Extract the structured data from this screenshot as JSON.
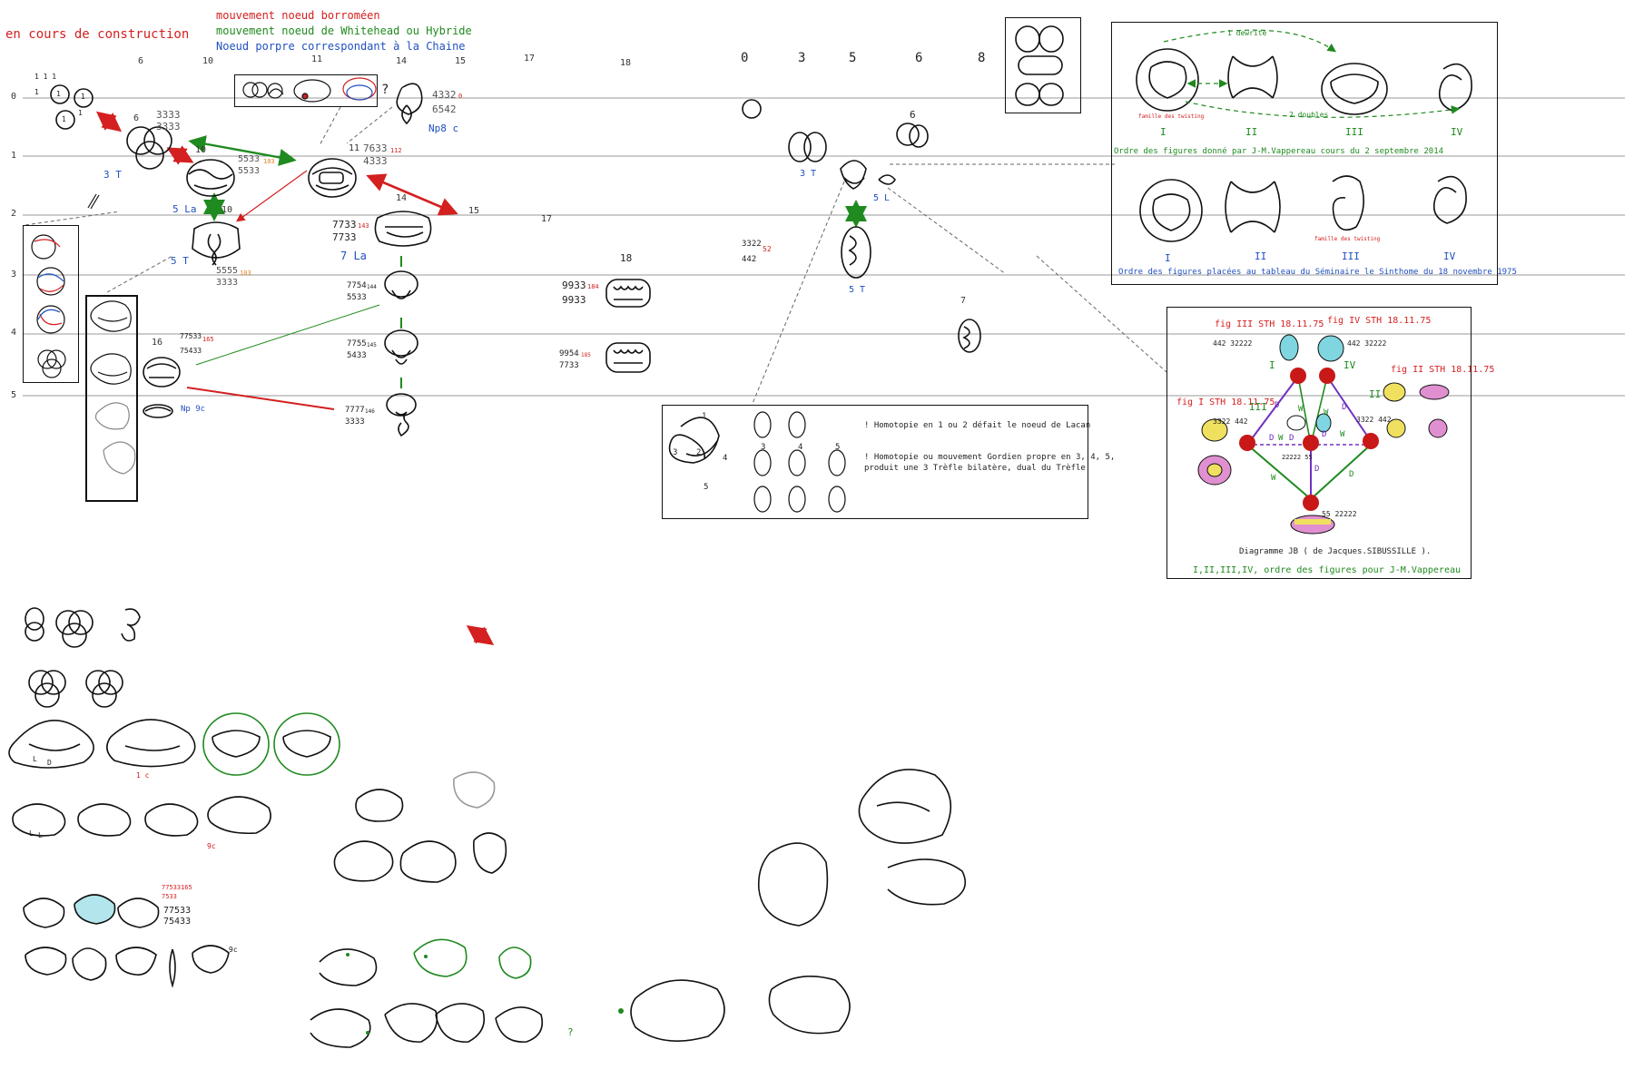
{
  "header": {
    "status": "en cours de construction",
    "legend": [
      {
        "text": "mouvement noeud borroméen",
        "color": "#d42020"
      },
      {
        "text": "mouvement noeud de Whitehead ou Hybride",
        "color": "#1f8a1f"
      },
      {
        "text": "Noeud porpre correspondant à la Chaine",
        "color": "#2050c0"
      }
    ]
  },
  "top_columns_left": [
    "6",
    "10",
    "11",
    "14",
    "15",
    "17",
    "18"
  ],
  "top_columns_right": [
    "0",
    "3",
    "5",
    "6",
    "8"
  ],
  "row_labels": [
    "0",
    "1",
    "2",
    "3",
    "4",
    "5"
  ],
  "labels": {
    "n111": "1 1 1",
    "one_a": "1",
    "one_b": "1",
    "one_c": "1",
    "one_d": "1",
    "one_e": "1",
    "c6": "6",
    "c3333a": "3333",
    "c3333b": "3333",
    "t3T_left": "3 T",
    "c10a": "10",
    "c5533a": "5533",
    "c5533a_sub": "103",
    "c5533b": "5533",
    "t5La": "5 La",
    "c10b": "10",
    "t5T_left": "5 T",
    "c5555": "5555",
    "c5555_sub": "103",
    "c3333c": "3333",
    "c11": "11",
    "c7633": "7633",
    "c7633_sub": "112",
    "c4333": "4333",
    "c4332": "4332",
    "c4332_sub": "0",
    "c6542": "6542",
    "np8c": "Np8 c",
    "qmark": "?",
    "c14": "14",
    "c15": "15",
    "c17": "17",
    "c7733a": "7733",
    "c7733a_sub": "143",
    "c7733b": "7733",
    "t7La": "7 La",
    "c7754": "7754",
    "c7754_sub": "144",
    "c5533c": "5533",
    "c7755": "7755",
    "c7755_sub": "145",
    "c5433": "5433",
    "c7777": "7777",
    "c7777_sub": "146",
    "c3333d": "3333",
    "c16": "16",
    "c77533": "77533",
    "c77533_sub": "165",
    "c75433": "75433",
    "np9c": "Np 9c",
    "c18": "18",
    "c9933a": "9933",
    "c9933a_sub": "184",
    "c9933b": "9933",
    "c9954": "9954",
    "c9954_sub": "185",
    "c7733c": "7733",
    "c3322": "3322",
    "c3322_sub": "52",
    "c442": "442",
    "t3T_mid": "3 T",
    "t5L": "5 L",
    "t5T_mid": "5 T",
    "c6_mid": "6",
    "c7_mid": "7",
    "n1c": "1 c",
    "n9c": "9c",
    "ll1": "L",
    "ll2": "D",
    "ll3": "L",
    "ll4": "L",
    "q2": "?",
    "seq_red1": "77533165",
    "seq_red2": "7533",
    "seq_blk1": "77533",
    "seq_blk2": "75433",
    "n9c_b": "9c"
  },
  "homotopy_box": {
    "line1": "! Homotopie en 1 ou 2 défait le noeud de Lacan",
    "line2": "! Homotopie ou mouvement Gordien propre en 3, 4, 5,",
    "line3": "produit une 3 Trèfle bilatère, dual du Trèfle",
    "nums": [
      "1",
      "2",
      "3",
      "4",
      "5",
      "3",
      "4",
      "5"
    ]
  },
  "figures_box": {
    "caption1": "Ordre des figures donné par J-M.Vappereau cours du 2 septembre 2014",
    "caption2": "Ordre des figures placées au tableau du Séminaire le Sinthome du 18 novembre 1975",
    "roman_top": [
      "I",
      "II",
      "III",
      "IV"
    ],
    "roman_bottom": [
      "I",
      "II",
      "III",
      "IV"
    ],
    "ann_dewrite": "1 dewrite",
    "ann_double": "2 doubles",
    "ann_famille1": "famille des twisting",
    "ann_famille2": "famille des twisting"
  },
  "jb_box": {
    "title": "Diagramme JB ( de Jacques.SIBUSSILLE ).",
    "subtitle": "I,II,III,IV, ordre des figures pour J-M.Vappereau",
    "fig_labels": [
      "fig III STH 18.11.75",
      "fig IV STH 18.11.75",
      "fig II STH 18.11.75",
      "fig I STH 18.11.75"
    ],
    "roman": [
      "I",
      "IV",
      "II",
      "III"
    ],
    "codes": [
      "442 32222",
      "442 32222",
      "3322 442",
      "3322 442",
      "55 22222",
      "22222 55"
    ],
    "edge_letters": [
      "D",
      "D",
      "W",
      "W",
      "D",
      "W",
      "D",
      "D",
      "W",
      "D",
      "W",
      "D"
    ]
  },
  "colors": {
    "red": "#d42020",
    "green": "#1f8a1f",
    "blue": "#2050c0",
    "orange": "#e08020",
    "purple": "#7030c0",
    "node_red": "#c81818",
    "cyan": "#7fd6e0",
    "pink": "#e090d0",
    "yellow": "#f0e060"
  }
}
